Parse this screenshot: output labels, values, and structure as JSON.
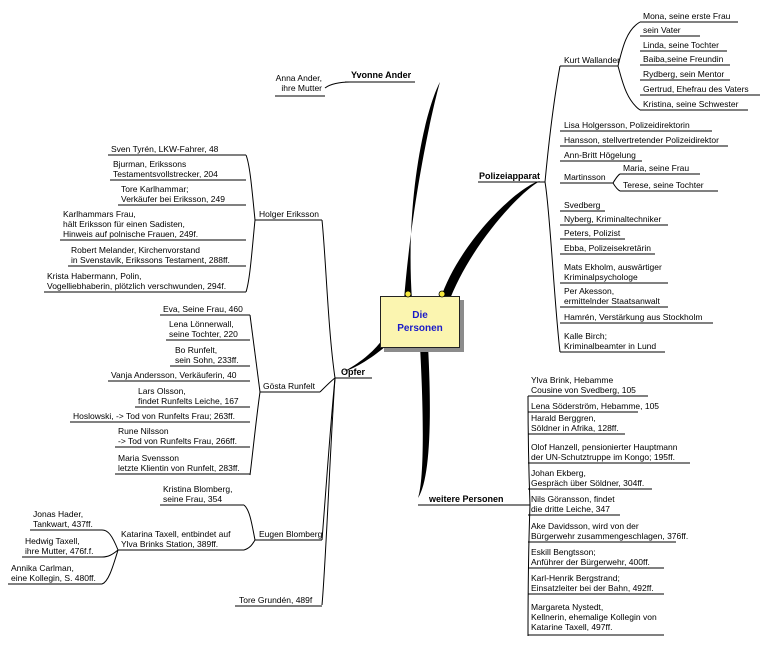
{
  "center": {
    "line1": "Die",
    "line2": "Personen"
  },
  "colors": {
    "box_fill": "#fbf5b0",
    "center_text": "#1a1ac8",
    "lines": "#000000"
  },
  "branches": {
    "yvonne": "Yvonne Ander",
    "polizei": "Polizeiapparat",
    "opfer": "Opfer",
    "weitere": "weitere Personen"
  },
  "yvonne": {
    "mother": "Anna Ander,\nihre Mutter"
  },
  "polizei": {
    "wallander": "Kurt Wallander",
    "wallander_family": [
      "Mona, seine erste Frau",
      "sein Vater",
      "Linda, seine Tochter",
      "Baiba,seine Freundin",
      "Rydberg, sein Mentor",
      "Gertrud, Ehefrau des Vaters",
      "Kristina, seine Schwester"
    ],
    "items_top": [
      "Lisa Holgersson, Polizeidirektorin",
      "Hansson, stellvertretender Polizeidirektor",
      "Ann-Britt Högelung"
    ],
    "martinsson": "Martinsson",
    "martinsson_family": [
      "Maria, seine Frau",
      "Terese, seine Tochter"
    ],
    "items_bottom": [
      "Svedberg",
      "Nyberg, Kriminaltechniker",
      "Peters, Polizist",
      "Ebba, Polizeisekretärin",
      "Mats Ekholm, auswärtiger\nKriminalpsychologe",
      "Per Akesson,\nermittelnder Staatsanwalt",
      "Hamrén, Verstärkung aus Stockholm",
      "Kalle Birch;\nKriminalbeamter in Lund"
    ]
  },
  "opfer": {
    "holger": "Holger Eriksson",
    "holger_items": [
      "Sven Tyrén, LKW-Fahrer, 48",
      "Bjurman, Erikssons\nTestamentsvollstrecker, 204",
      "Tore Karlhammar;\nVerkäufer bei Eriksson, 249",
      "Karlhammars Frau,\nhält Eriksson für einen Sadisten,\nHinweis auf polnische Frauen, 249f.",
      "Robert Melander, Kirchenvorstand\nin Svenstavik, Erikssons Testament, 288ff.",
      "Krista Habermann, Polin,\nVogelliebhaberin, plötzlich verschwunden, 294f."
    ],
    "goesta": "Gösta Runfelt",
    "goesta_items": [
      "Eva, Seine Frau, 460",
      "Lena Lönnerwall,\nseine Tochter, 220",
      "Bo Runfelt,\nsein Sohn, 233ff.",
      "Vanja Andersson, Verkäuferin, 40",
      "Lars Olsson,\nfindet Runfelts Leiche, 167",
      "Hoslowski, -> Tod von Runfelts Frau; 263ff.",
      "Rune Nilsson\n-> Tod von Runfelts Frau, 266ff.",
      "Maria Svensson\nletzte Klientin von Runfelt, 283ff."
    ],
    "eugen": "Eugen Blomberg",
    "eugen_wife": "Kristina Blomberg,\nseine Frau, 354",
    "katarina": "Katarina Taxell, entbindet auf\nYlva Brinks Station, 389ff.",
    "katarina_items": [
      "Jonas Hader,\nTankwart, 437ff.",
      "Hedwig Taxell,\nihre Mutter, 476f.f.",
      "Annika Carlman,\neine Kollegin, S. 480ff."
    ],
    "tore": "Tore Grundén, 489f"
  },
  "weitere": {
    "items": [
      "Ylva Brink, Hebamme\nCousine von Svedberg, 105",
      "Lena Söderström, Hebamme, 105",
      "Harald Berggren,\nSöldner in Afrika, 128ff.",
      "Olof Hanzell, pensionierter Hauptmann\nder UN-Schutztruppe im Kongo; 195ff.",
      "Johan Ekberg,\nGespräch über Söldner, 304ff.",
      "Nils Göransson, findet\ndie dritte Leiche, 347",
      "Ake Davidsson, wird von der\nBürgerwehr zusammengeschlagen, 376ff.",
      "Eskill Bengtsson;\nAnführer der Bürgerwehr, 400ff.",
      "Karl-Henrik Bergstrand;\nEinsatzleiter bei der Bahn, 492ff.",
      "Margareta Nystedt,\nKellnerin, ehemalige Kollegin von\nKatarine Taxell, 497ff."
    ]
  }
}
